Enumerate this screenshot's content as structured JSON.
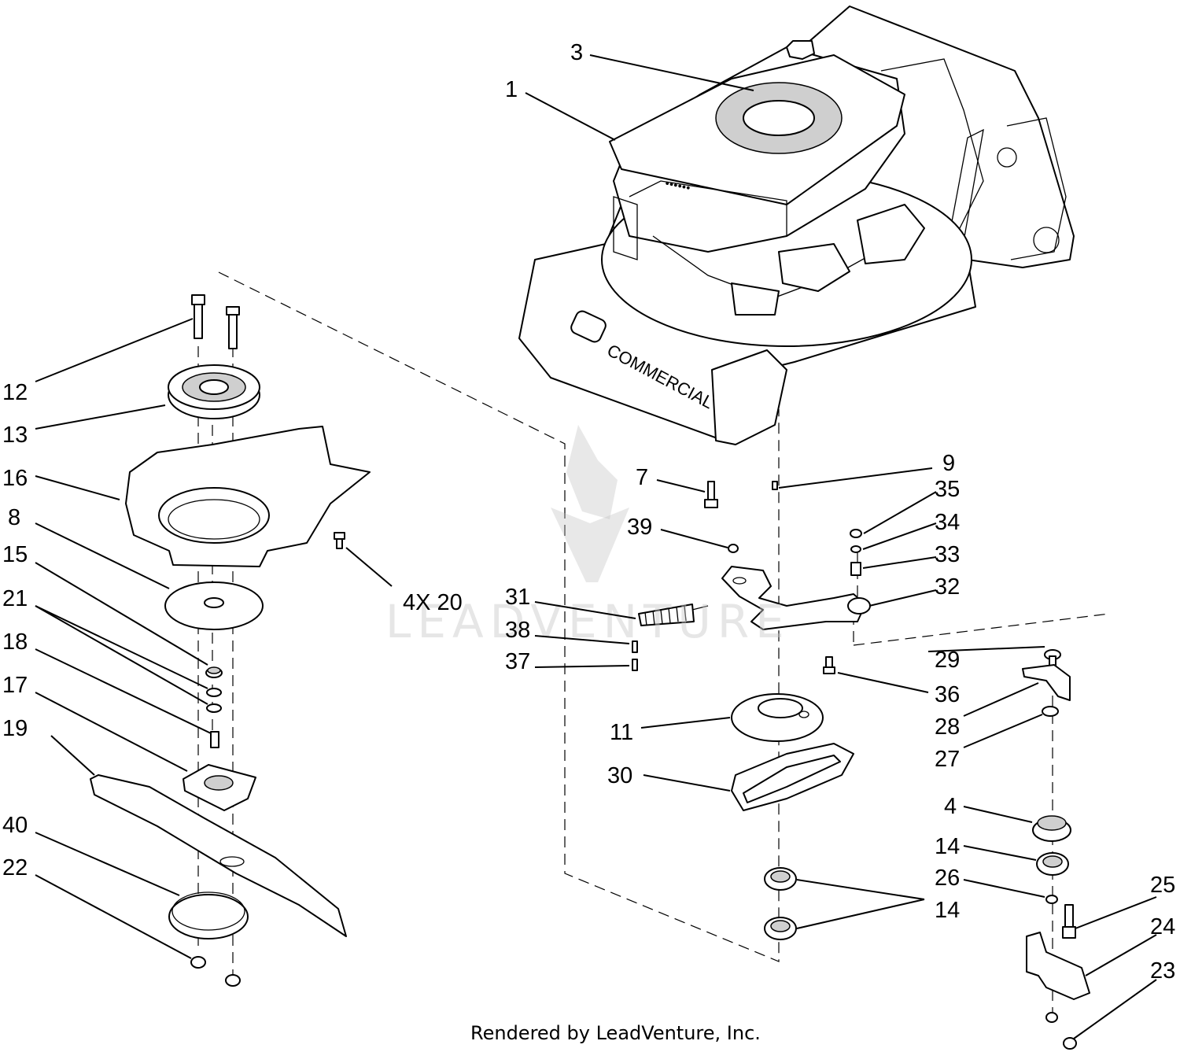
{
  "callouts": {
    "c1": "1",
    "c3": "3",
    "c12": "12",
    "c13": "13",
    "c16": "16",
    "c8": "8",
    "c15": "15",
    "c21": "21",
    "c18": "18",
    "c17": "17",
    "c19": "19",
    "c40": "40",
    "c22": "22",
    "c4x20": "4X 20",
    "c7": "7",
    "c9": "9",
    "c35": "35",
    "c34": "34",
    "c33": "33",
    "c39": "39",
    "c31": "31",
    "c38": "38",
    "c37": "37",
    "c32": "32",
    "c29": "29",
    "c36": "36",
    "c28": "28",
    "c11": "11",
    "c27": "27",
    "c30": "30",
    "c4": "4",
    "c14a": "14",
    "c26": "26",
    "c14b": "14",
    "c25": "25",
    "c24": "24",
    "c23": "23"
  },
  "engine_brand_text": "COMMERCIAL",
  "watermark": "LEADVENTURE",
  "footer": "Rendered by LeadVenture, Inc."
}
